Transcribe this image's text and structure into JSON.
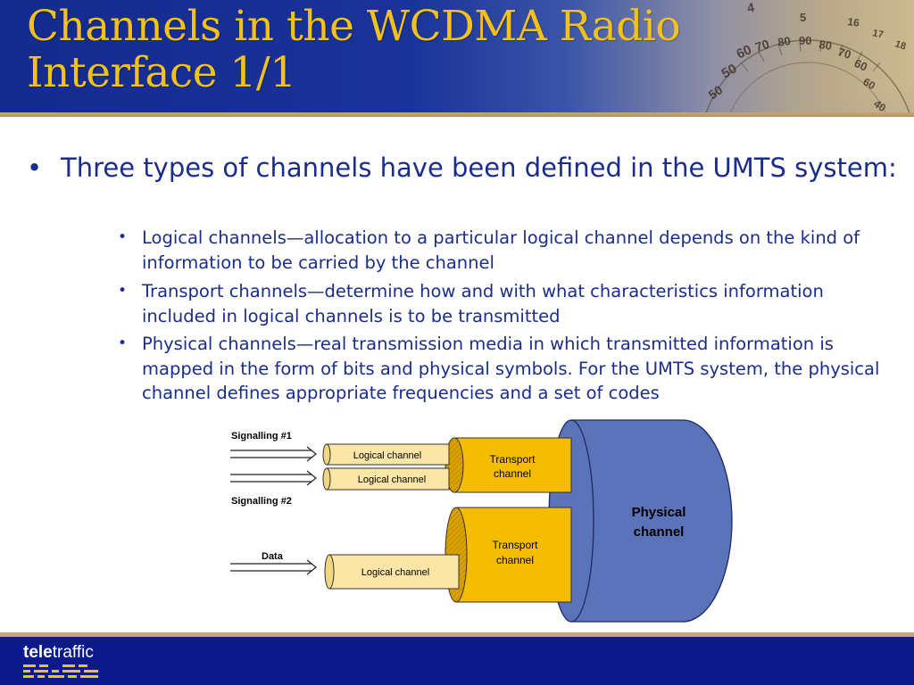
{
  "slide": {
    "title_line1": "Channels in the WCDMA Radio",
    "title_line2": "Interface 1/1"
  },
  "bullets": {
    "main": "Three types of channels have been defined in the UMTS system:",
    "sub": [
      "Logical channels—allocation to a particular logical channel depends on the kind of information to be carried by the channel",
      "Transport channels—determine how and with what characteristics information included in logical channels is to be transmitted",
      "Physical channels—real transmission media in which transmitted information is mapped in the form of bits and physical symbols. For the UMTS system, the physical channel defines appropriate frequencies and a set of codes"
    ],
    "marker": "•"
  },
  "diagram": {
    "signalling1": "Signalling #1",
    "signalling2": "Signalling #2",
    "data": "Data",
    "logical": [
      "Logical channel",
      "Logical channel",
      "Logical channel"
    ],
    "transport1": [
      "Transport",
      "channel"
    ],
    "transport2": [
      "Transport",
      "channel"
    ],
    "physical": [
      "Physical",
      "channel"
    ]
  },
  "header_dial": {
    "numbers": [
      "4",
      "5",
      "16",
      "17",
      "18",
      "60",
      "70",
      "80",
      "90",
      "80",
      "70",
      "60",
      "50",
      "60",
      "50",
      "40"
    ]
  },
  "footer": {
    "logo_bold": "tele",
    "logo_regular": "traffic"
  },
  "colors": {
    "title": "#f2c21a",
    "text": "#1a2d8c",
    "header_blue": "#142a8f",
    "footer_blue": "#0c1a8c",
    "rule": "#c8a676",
    "transport": "#f5bd00",
    "logical": "#fbe6a6",
    "physical": "#5b73b9"
  }
}
